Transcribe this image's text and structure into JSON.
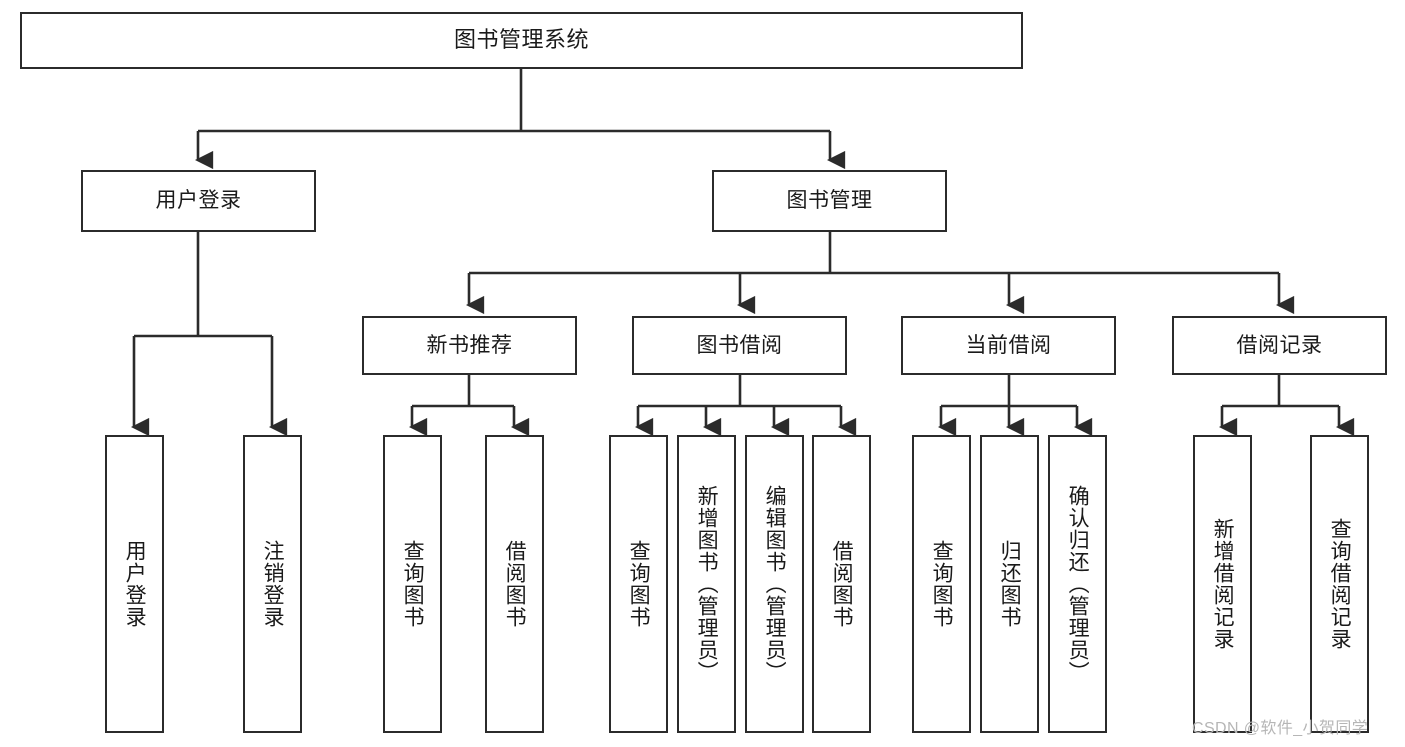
{
  "diagram": {
    "type": "tree-hierarchy",
    "title": "图书管理系统",
    "root": {
      "label": "图书管理系统"
    },
    "level2": [
      {
        "id": "user-login",
        "label": "用户登录"
      },
      {
        "id": "book-manage",
        "label": "图书管理"
      }
    ],
    "level3": [
      {
        "id": "new-book-recommend",
        "label": "新书推荐",
        "parent": "book-manage"
      },
      {
        "id": "book-borrow",
        "label": "图书借阅",
        "parent": "book-manage"
      },
      {
        "id": "current-borrow",
        "label": "当前借阅",
        "parent": "book-manage"
      },
      {
        "id": "borrow-record",
        "label": "借阅记录",
        "parent": "book-manage"
      }
    ],
    "leaves": {
      "user_login": [
        {
          "id": "leaf-user-login",
          "label": "用户登录"
        },
        {
          "id": "leaf-user-logout",
          "label": "注销登录"
        }
      ],
      "new_book_recommend": [
        {
          "id": "leaf-query-book-1",
          "label": "查询图书"
        },
        {
          "id": "leaf-borrow-book-1",
          "label": "借阅图书"
        }
      ],
      "book_borrow": [
        {
          "id": "leaf-query-book-2",
          "label": "查询图书"
        },
        {
          "id": "leaf-add-book",
          "label": "新增图书（管理员）"
        },
        {
          "id": "leaf-edit-book",
          "label": "编辑图书（管理员）"
        },
        {
          "id": "leaf-borrow-book-2",
          "label": "借阅图书"
        }
      ],
      "current_borrow": [
        {
          "id": "leaf-query-book-3",
          "label": "查询图书"
        },
        {
          "id": "leaf-return-book",
          "label": "归还图书"
        },
        {
          "id": "leaf-confirm-return",
          "label": "确认归还（管理员）"
        }
      ],
      "borrow_record": [
        {
          "id": "leaf-add-record",
          "label": "新增借阅记录"
        },
        {
          "id": "leaf-query-record",
          "label": "查询借阅记录"
        }
      ]
    },
    "colors": {
      "box_border": "#2b2b2b",
      "connector": "#2b2b2b",
      "background": "#ffffff",
      "text": "#1a1a1a",
      "watermark": "#b6b6b6"
    }
  },
  "watermark": {
    "text": "CSDN @软件_小贺同学"
  }
}
